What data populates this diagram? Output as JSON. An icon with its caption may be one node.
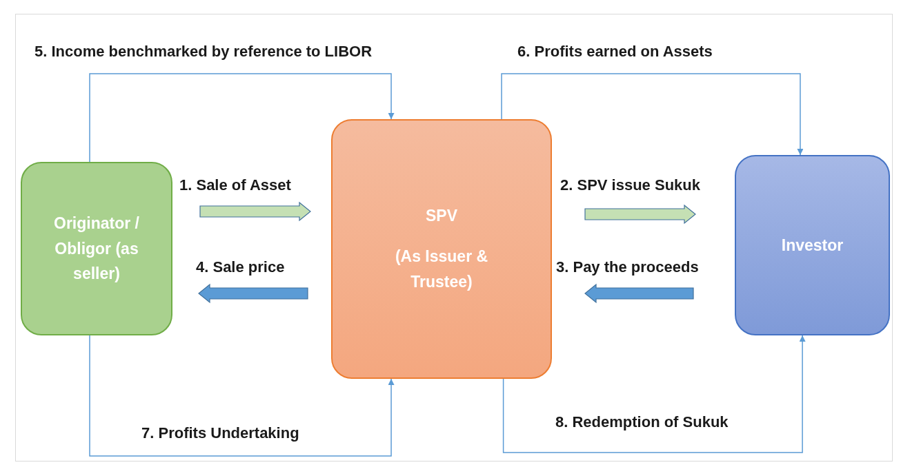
{
  "diagram": {
    "nodes": [
      {
        "text": [
          "Originator / Obligor (as seller)"
        ]
      },
      {
        "text": [
          "SPV",
          "(As Issuer & Trustee)"
        ]
      },
      {
        "text": [
          "Investor"
        ]
      }
    ],
    "edges": [
      {
        "from": 0,
        "to": 1,
        "arrow": "to",
        "label": "1. Sale of Asset",
        "style": "thick",
        "color": "#c5e0b4"
      },
      {
        "from": 1,
        "to": 2,
        "arrow": "to",
        "label": "2. SPV issue Sukuk",
        "style": "thick",
        "color": "#c5e0b4"
      },
      {
        "from": 2,
        "to": 1,
        "arrow": "to",
        "label": "3. Pay the proceeds",
        "style": "thick"
      },
      {
        "from": 1,
        "to": 0,
        "arrow": "to",
        "label": "4. Sale price",
        "style": "thick"
      },
      {
        "from": 0,
        "to": 1,
        "arrow": "to",
        "label": "5. Income benchmarked by reference to LIBOR"
      },
      {
        "from": 1,
        "to": 2,
        "arrow": "to",
        "label": "6. Profits earned on Assets"
      },
      {
        "from": 0,
        "to": 1,
        "arrow": "to",
        "label": "7. Profits Undertaking"
      },
      {
        "from": 1,
        "to": 2,
        "arrow": "to",
        "label": "8. Redemption of Sukuk"
      }
    ]
  }
}
